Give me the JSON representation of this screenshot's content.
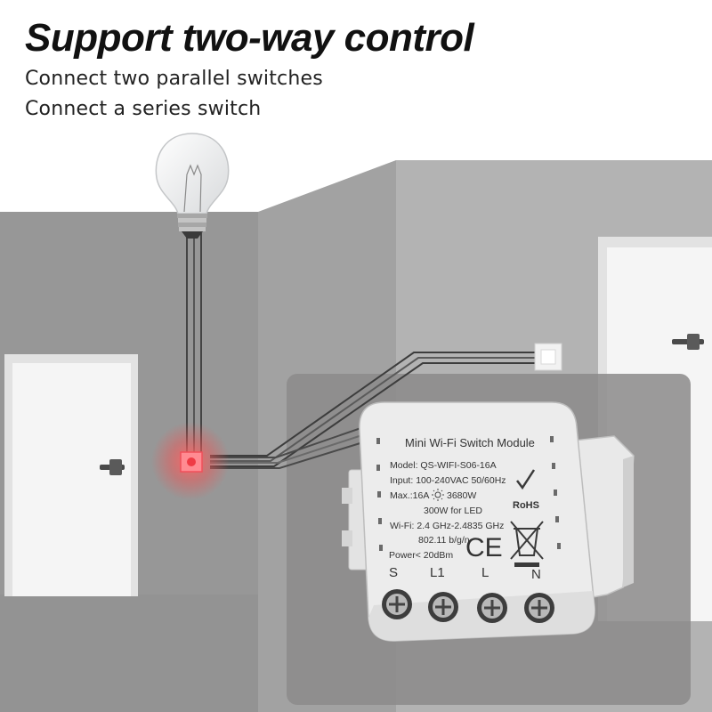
{
  "headline": "Support two-way control",
  "sublines": [
    "Connect two parallel switches",
    "Connect a series switch"
  ],
  "module": {
    "title": "Mini Wi-Fi Switch Module",
    "specs": {
      "model": "Model: QS-WIFI-S06-16A",
      "input": "Input: 100-240VAC 50/60Hz",
      "max_prefix": "Max.:16A",
      "max_suffix": "3680W",
      "led": "300W for LED",
      "wifi": "Wi-Fi: 2.4 GHz-2.4835 GHz",
      "wifi_std": "802.11 b/g/n",
      "power": "Power< 20dBm"
    },
    "marks": {
      "rohs": "RoHS",
      "ce": "CE"
    },
    "terminals": [
      "S",
      "L1",
      "L",
      "N"
    ]
  },
  "colors": {
    "wall": "#9a9a9a",
    "wall_light": "#b4b4b4",
    "panel": "#8c8a8b",
    "door": "#f4f4f4",
    "module_body": "#ececec",
    "indicator_glow": "#ef5555",
    "indicator": "#ff8890"
  },
  "icons": [
    "light-bulb-icon",
    "wall-switch-icon",
    "door-handle-icon",
    "checkmark-icon",
    "ce-mark-icon",
    "weee-bin-icon",
    "sun-icon",
    "screw-icon"
  ]
}
